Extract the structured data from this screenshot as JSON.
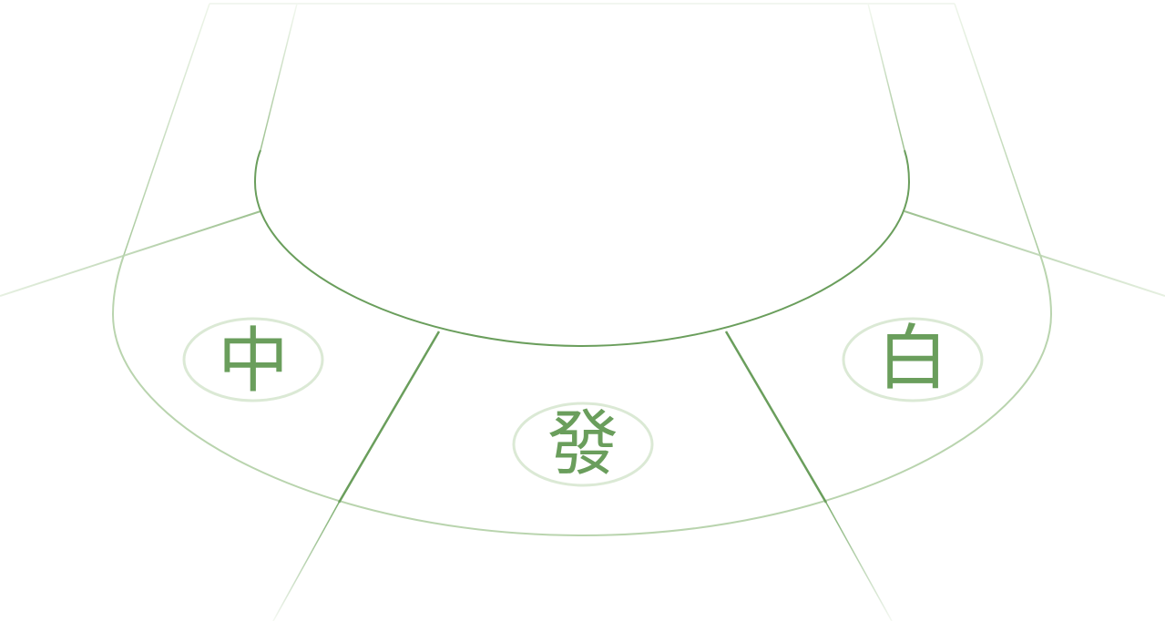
{
  "colors": {
    "background": "#ffffff",
    "line_strong": "#6a9e5c",
    "line_mid": "#9dc190",
    "line_faint": "#dbe9d5",
    "glyph": "#6a9e5c",
    "badge_ring": "#dbe9d5"
  },
  "seats": {
    "left": {
      "glyph": "中"
    },
    "bottom": {
      "glyph": "發"
    },
    "right": {
      "glyph": "白"
    }
  }
}
